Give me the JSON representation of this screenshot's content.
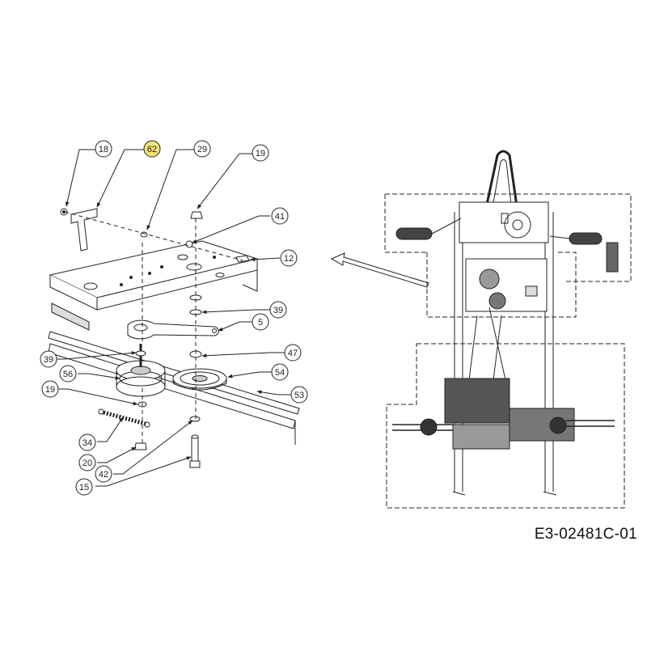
{
  "diagram": {
    "document_code": "E3-02481C-01",
    "highlight_color": "#f3e27a",
    "callouts": [
      {
        "id": "c18a",
        "label": "18"
      },
      {
        "id": "c62",
        "label": "62",
        "highlight": true
      },
      {
        "id": "c29",
        "label": "29"
      },
      {
        "id": "c19a",
        "label": "19"
      },
      {
        "id": "c41",
        "label": "41"
      },
      {
        "id": "c12",
        "label": "12"
      },
      {
        "id": "c39a",
        "label": "39"
      },
      {
        "id": "c5",
        "label": "5"
      },
      {
        "id": "c39b",
        "label": "39"
      },
      {
        "id": "c47",
        "label": "47"
      },
      {
        "id": "c56",
        "label": "56"
      },
      {
        "id": "c54",
        "label": "54"
      },
      {
        "id": "c19b",
        "label": "19"
      },
      {
        "id": "c53",
        "label": "53"
      },
      {
        "id": "c34",
        "label": "34"
      },
      {
        "id": "c20",
        "label": "20"
      },
      {
        "id": "c42",
        "label": "42"
      },
      {
        "id": "c15",
        "label": "15"
      }
    ]
  }
}
